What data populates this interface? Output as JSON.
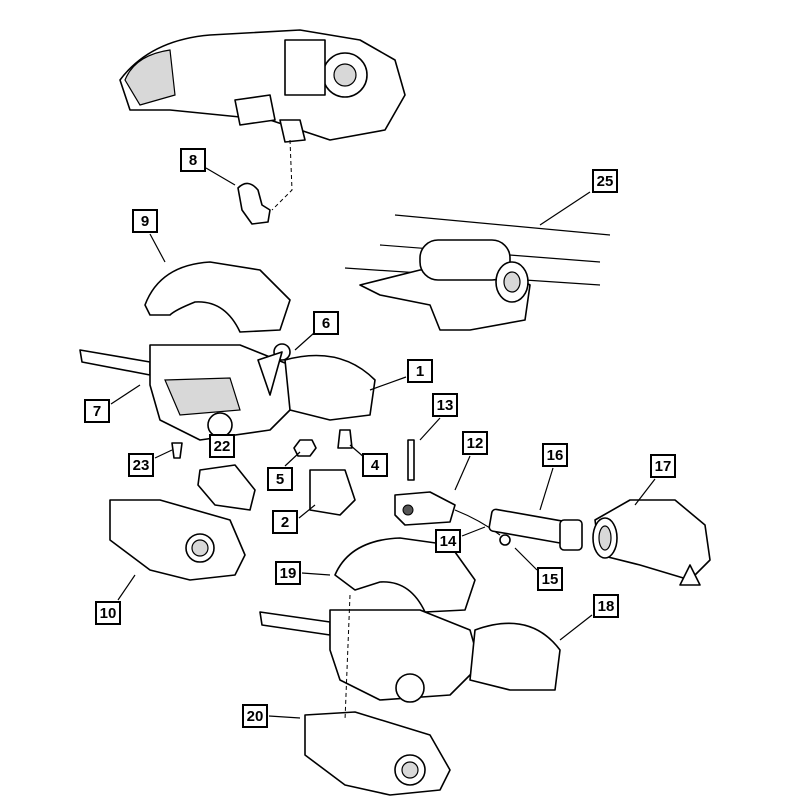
{
  "diagram": {
    "callouts": [
      "8",
      "9",
      "25",
      "6",
      "1",
      "7",
      "22",
      "23",
      "5",
      "4",
      "13",
      "12",
      "16",
      "17",
      "2",
      "14",
      "15",
      "19",
      "10",
      "18",
      "20"
    ]
  }
}
